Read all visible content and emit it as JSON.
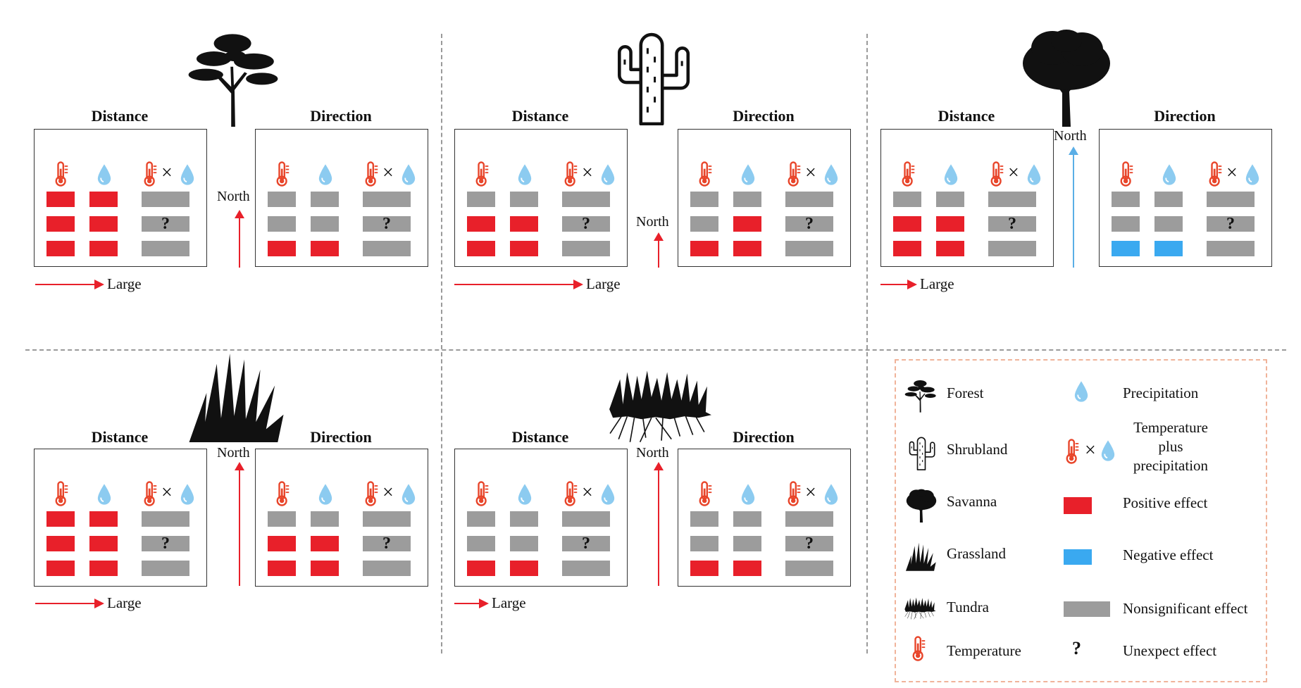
{
  "colors": {
    "positive": "#e8202a",
    "negative": "#3aa9f0",
    "nonsignificant": "#9c9c9c",
    "north_red": "#e8202a",
    "north_blue": "#5aaee6"
  },
  "labels": {
    "distance": "Distance",
    "direction": "Direction",
    "north": "North",
    "large": "Large",
    "question": "?",
    "times": "×"
  },
  "panels": [
    {
      "biome_icon": "savanna-tree-icon",
      "north_arrow_color": "red",
      "distance_cells": [
        [
          "positive",
          "positive",
          "nonsignificant"
        ],
        [
          "positive",
          "positive",
          "unexpected"
        ],
        [
          "positive",
          "positive",
          "nonsignificant"
        ]
      ],
      "direction_cells": [
        [
          "nonsignificant",
          "nonsignificant",
          "nonsignificant"
        ],
        [
          "nonsignificant",
          "nonsignificant",
          "unexpected"
        ],
        [
          "positive",
          "positive",
          "nonsignificant"
        ]
      ]
    },
    {
      "biome_icon": "cactus-icon",
      "north_arrow_color": "red",
      "distance_cells": [
        [
          "nonsignificant",
          "nonsignificant",
          "nonsignificant"
        ],
        [
          "positive",
          "positive",
          "unexpected"
        ],
        [
          "positive",
          "positive",
          "nonsignificant"
        ]
      ],
      "direction_cells": [
        [
          "nonsignificant",
          "nonsignificant",
          "nonsignificant"
        ],
        [
          "nonsignificant",
          "positive",
          "unexpected"
        ],
        [
          "positive",
          "positive",
          "nonsignificant"
        ]
      ]
    },
    {
      "biome_icon": "broadleaf-tree-icon",
      "north_arrow_color": "blue",
      "distance_cells": [
        [
          "nonsignificant",
          "nonsignificant",
          "nonsignificant"
        ],
        [
          "positive",
          "positive",
          "unexpected"
        ],
        [
          "positive",
          "positive",
          "nonsignificant"
        ]
      ],
      "direction_cells": [
        [
          "nonsignificant",
          "nonsignificant",
          "nonsignificant"
        ],
        [
          "nonsignificant",
          "nonsignificant",
          "unexpected"
        ],
        [
          "negative",
          "negative",
          "nonsignificant"
        ]
      ]
    },
    {
      "biome_icon": "grass-tuft-icon",
      "north_arrow_color": "red",
      "distance_cells": [
        [
          "positive",
          "positive",
          "nonsignificant"
        ],
        [
          "positive",
          "positive",
          "unexpected"
        ],
        [
          "positive",
          "positive",
          "nonsignificant"
        ]
      ],
      "direction_cells": [
        [
          "nonsignificant",
          "nonsignificant",
          "nonsignificant"
        ],
        [
          "positive",
          "positive",
          "unexpected"
        ],
        [
          "positive",
          "positive",
          "nonsignificant"
        ]
      ]
    },
    {
      "biome_icon": "tundra-grass-icon",
      "north_arrow_color": "red",
      "distance_cells": [
        [
          "nonsignificant",
          "nonsignificant",
          "nonsignificant"
        ],
        [
          "nonsignificant",
          "nonsignificant",
          "unexpected"
        ],
        [
          "positive",
          "positive",
          "nonsignificant"
        ]
      ],
      "direction_cells": [
        [
          "nonsignificant",
          "nonsignificant",
          "nonsignificant"
        ],
        [
          "nonsignificant",
          "nonsignificant",
          "unexpected"
        ],
        [
          "positive",
          "positive",
          "nonsignificant"
        ]
      ]
    }
  ],
  "legend": {
    "forest": "Forest",
    "shrubland": "Shrubland",
    "savanna": "Savanna",
    "grassland": "Grassland",
    "tundra": "Tundra",
    "temperature": "Temperature",
    "precipitation": "Precipitation",
    "temp_precip_l1": "Temperature",
    "temp_precip_l2": "plus",
    "temp_precip_l3": "precipitation",
    "positive": "Positive effect",
    "negative": "Negative effect",
    "nonsignificant": "Nonsignificant effect",
    "unexpected": "Unexpect effect"
  }
}
